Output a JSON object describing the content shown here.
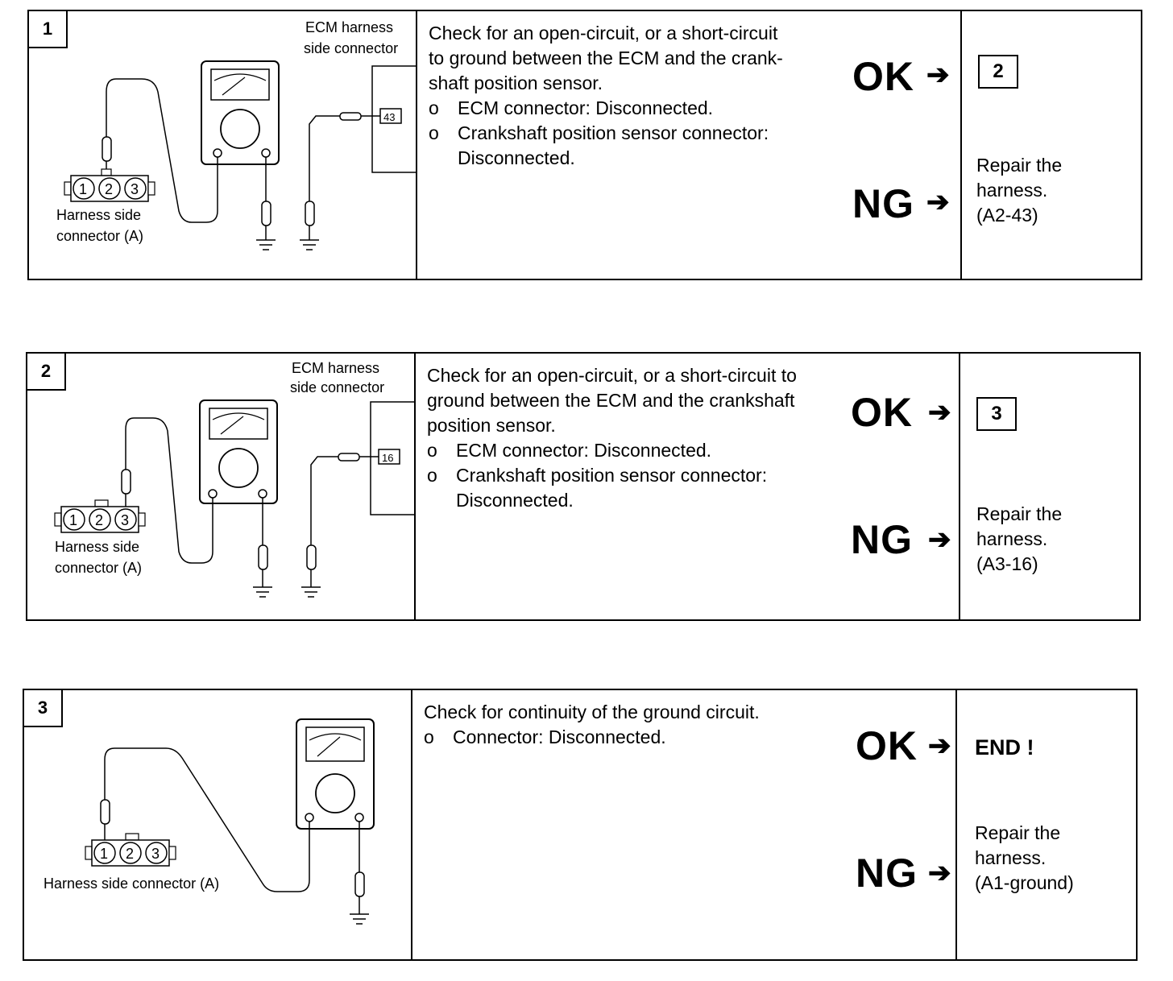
{
  "steps": [
    {
      "number": "1",
      "ecm_label_1": "ECM harness",
      "ecm_label_2": "side connector",
      "pin": "43",
      "connector_label_1": "Harness side",
      "connector_label_2": "connector (A)",
      "pins": [
        "1",
        "2",
        "3"
      ],
      "description": "Check for an open-circuit, or a short-circuit to ground between the ECM and the crank-shaft position sensor.",
      "desc_lines": [
        "Check for an open-circuit, or a short-circuit",
        "to ground between the ECM and the crank-",
        "shaft position sensor."
      ],
      "bullets": [
        "ECM connector: Disconnected.",
        "Crankshaft position sensor connector:",
        "Disconnected."
      ],
      "ok_label": "OK",
      "ng_label": "NG",
      "ok_target": "2",
      "ng_lines": [
        "Repair the",
        "harness.",
        "(A2-43)"
      ]
    },
    {
      "number": "2",
      "ecm_label_1": "ECM harness",
      "ecm_label_2": "side connector",
      "pin": "16",
      "connector_label_1": "Harness side",
      "connector_label_2": "connector (A)",
      "pins": [
        "1",
        "2",
        "3"
      ],
      "desc_lines": [
        "Check for an open-circuit, or a short-circuit to",
        "ground between the ECM and the crankshaft",
        "position sensor."
      ],
      "bullets": [
        "ECM connector: Disconnected.",
        "Crankshaft position sensor connector:",
        "Disconnected."
      ],
      "ok_label": "OK",
      "ng_label": "NG",
      "ok_target": "3",
      "ng_lines": [
        "Repair the",
        "harness.",
        "(A3-16)"
      ]
    },
    {
      "number": "3",
      "connector_label": "Harness side connector (A)",
      "pins": [
        "1",
        "2",
        "3"
      ],
      "desc_lines": [
        "Check for continuity of the ground circuit."
      ],
      "bullets": [
        "Connector: Disconnected."
      ],
      "ok_label": "OK",
      "ng_label": "NG",
      "ok_target": "END !",
      "ng_lines": [
        "Repair the",
        "harness.",
        "(A1-ground)"
      ]
    }
  ],
  "bullet_mark": "o",
  "arrow": "➔",
  "icons": [
    "multimeter-icon",
    "ground-symbol-icon",
    "probe-icon",
    "connector-icon"
  ]
}
